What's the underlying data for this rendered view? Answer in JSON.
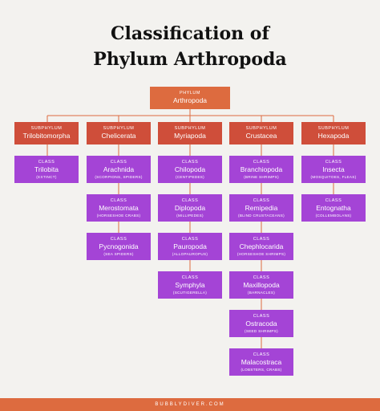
{
  "title": {
    "line1": "Classification of",
    "line2": "Phylum Arthropoda"
  },
  "root": {
    "rank": "PHYLUM",
    "name": "Arthropoda"
  },
  "subphyla": [
    {
      "rank": "SUBPHYLUM",
      "name": "Trilobitomorpha",
      "classes": [
        {
          "rank": "CLASS",
          "name": "Trilobita",
          "note": "(EXTINCT)"
        }
      ]
    },
    {
      "rank": "SUBPHYLUM",
      "name": "Chelicerata",
      "classes": [
        {
          "rank": "CLASS",
          "name": "Arachnida",
          "note": "(SCORPIONS, SPIDERS)"
        },
        {
          "rank": "CLASS",
          "name": "Merostomata",
          "note": "(HORSESHOE CRABS)"
        },
        {
          "rank": "CLASS",
          "name": "Pycnogonida",
          "note": "(SEA SPIDERS)"
        }
      ]
    },
    {
      "rank": "SUBPHYLUM",
      "name": "Myriapoda",
      "classes": [
        {
          "rank": "CLASS",
          "name": "Chilopoda",
          "note": "(CENTIPEDES)"
        },
        {
          "rank": "CLASS",
          "name": "Diplopoda",
          "note": "(MILLIPEDES)"
        },
        {
          "rank": "CLASS",
          "name": "Pauropoda",
          "note": "(ALLOPAUROPUS)"
        },
        {
          "rank": "CLASS",
          "name": "Symphyla",
          "note": "(SCUTIGERELLA)"
        }
      ]
    },
    {
      "rank": "SUBPHYLUM",
      "name": "Crustacea",
      "classes": [
        {
          "rank": "CLASS",
          "name": "Branchiopoda",
          "note": "(BRINE SHRIMPS)"
        },
        {
          "rank": "CLASS",
          "name": "Remipedia",
          "note": "(BLIND CRUSTACEANS)"
        },
        {
          "rank": "CLASS",
          "name": "Chephlocarida",
          "note": "(HORSESHOE SHRIMPS)"
        },
        {
          "rank": "CLASS",
          "name": "Maxillopoda",
          "note": "(BARNACLES)"
        },
        {
          "rank": "CLASS",
          "name": "Ostracoda",
          "note": "(SEED SHRIMPS)"
        },
        {
          "rank": "CLASS",
          "name": "Malacostraca",
          "note": "(LOBSTERS, CRABS)"
        }
      ]
    },
    {
      "rank": "SUBPHYLUM",
      "name": "Hexapoda",
      "classes": [
        {
          "rank": "CLASS",
          "name": "Insecta",
          "note": "(MOSQUITOES, FLEAS)"
        },
        {
          "rank": "CLASS",
          "name": "Entognatha",
          "note": "(COLLEMBOLANS)"
        }
      ]
    }
  ],
  "footer": "BUBBLYDIVER.COM",
  "colors": {
    "root": "#dd6b3f",
    "subphylum": "#cf4e3a",
    "class": "#a444d6",
    "line": "#dd6b3f",
    "background": "#f3f2ef"
  }
}
